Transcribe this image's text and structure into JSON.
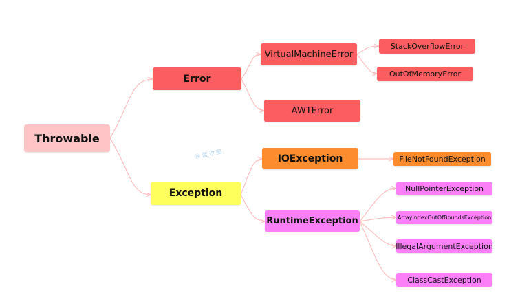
{
  "diagram": {
    "root": "Throwable",
    "error": "Error",
    "virtual_machine_error": "VirtualMachineError",
    "stack_overflow_error": "StackOverflowError",
    "out_of_memory_error": "OutOfMemoryError",
    "awt_error": "AWTError",
    "exception": "Exception",
    "io_exception": "IOException",
    "file_not_found_exception": "FileNotFoundException",
    "runtime_exception": "RuntimeException",
    "null_pointer_exception": "NullPointerException",
    "array_index_out_of_bounds_exception": "ArrayIndexOutOfBoundsException",
    "illegal_argument_exception": "IllegalArgumentException",
    "class_cast_exception": "ClassCastException"
  },
  "colors": {
    "root": "#ffc4c6",
    "error_branch": "#fb5d60",
    "exception": "#fefe5c",
    "io_branch": "#fd8c2e",
    "runtime_branch": "#fb80f8",
    "connector": "#ffc0c2"
  },
  "watermark": "Ⓦ 蓝 汐 图"
}
